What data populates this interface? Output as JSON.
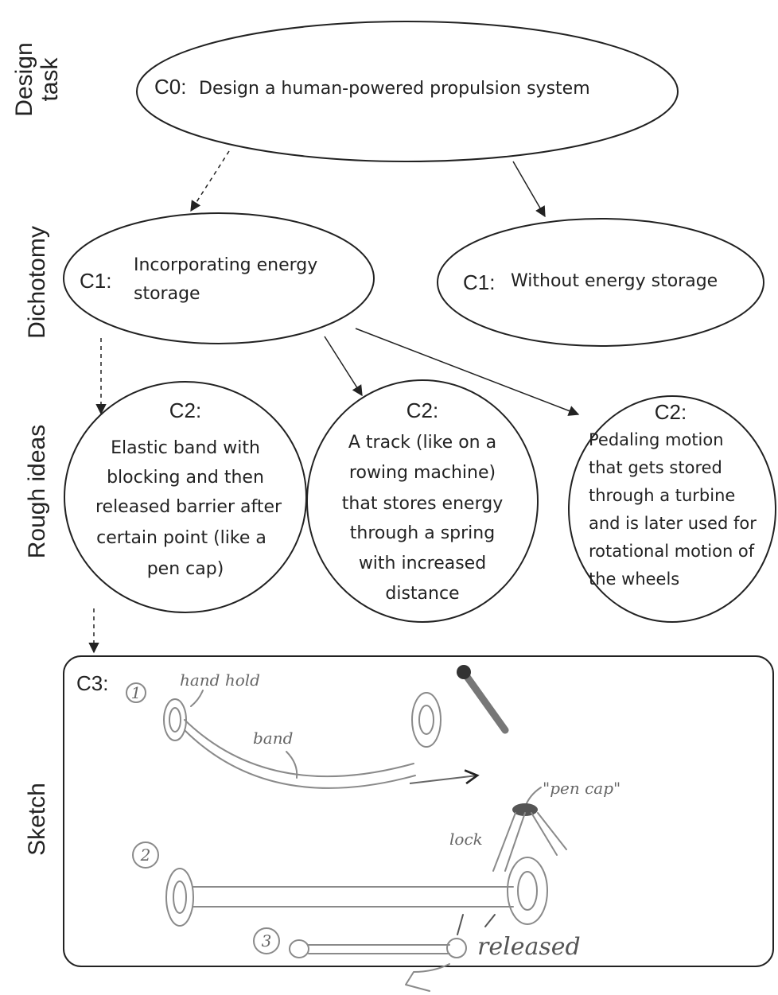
{
  "rows": {
    "design_task": [
      "Design",
      "task"
    ],
    "dichotomy": "Dichotomy",
    "rough_ideas": "Rough ideas",
    "sketch": "Sketch"
  },
  "c0": {
    "tag": "C0:",
    "text": "Design a human-powered propulsion system"
  },
  "c1_left": {
    "tag": "C1:",
    "lines": [
      "Incorporating energy",
      "storage"
    ]
  },
  "c1_right": {
    "tag": "C1:",
    "text": "Without energy storage"
  },
  "c2_a": {
    "tag": "C2:",
    "lines": [
      "Elastic band with",
      "blocking and then",
      "released barrier after",
      "certain point (like a",
      "pen cap)"
    ]
  },
  "c2_b": {
    "tag": "C2:",
    "lines": [
      "A track (like on a",
      "rowing machine)",
      "that stores energy",
      "through a spring",
      "with increased",
      "distance"
    ]
  },
  "c2_c": {
    "tag": "C2:",
    "lines": [
      "Pedaling motion",
      "that gets stored",
      "through a turbine",
      "and is later used for",
      "rotational motion of",
      "the wheels"
    ]
  },
  "c3": {
    "tag": "C3:",
    "notes": {
      "step1": "1",
      "hand_hold": "hand hold",
      "band": "band",
      "pen_cap": "\"pen cap\"",
      "lock": "lock",
      "step2": "2",
      "step3": "3",
      "released": "released"
    }
  }
}
